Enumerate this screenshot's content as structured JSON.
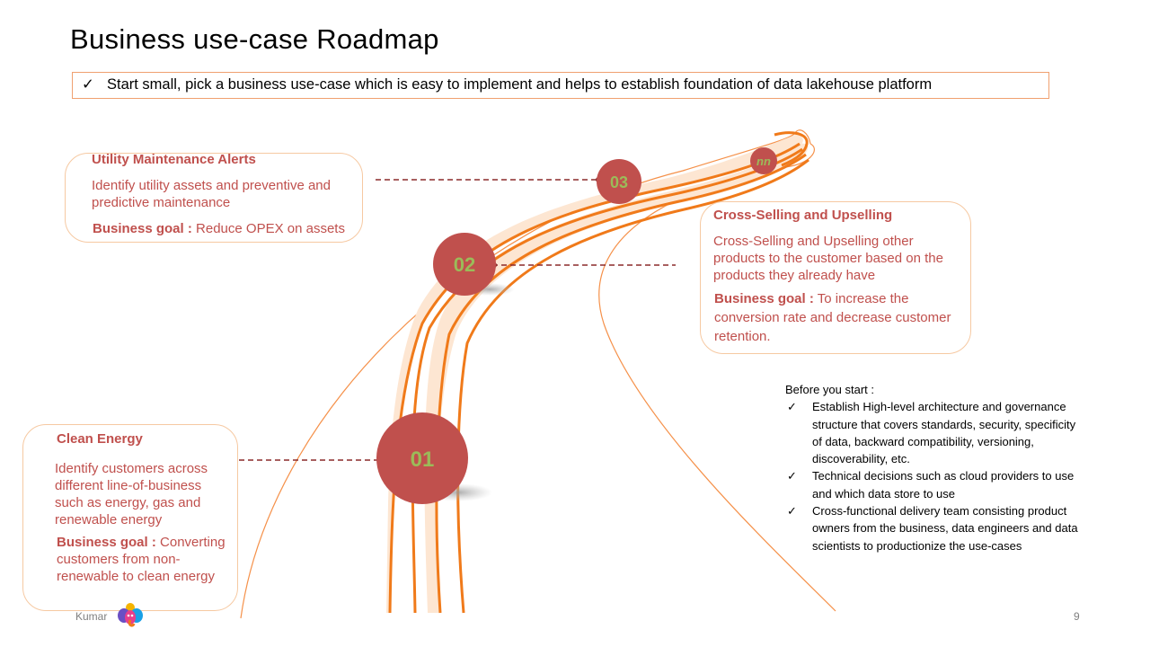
{
  "title": "Business use-case Roadmap",
  "banner": {
    "check": "✓",
    "text": "Start small, pick a business use-case which is easy to implement and helps to establish foundation of data lakehouse platform"
  },
  "milestones": [
    {
      "label": "01"
    },
    {
      "label": "02"
    },
    {
      "label": "03"
    },
    {
      "label": "nn"
    }
  ],
  "cards": {
    "utility": {
      "title": "Utility Maintenance Alerts",
      "description": "Identify utility assets and preventive and predictive maintenance",
      "goal_label": "Business goal :",
      "goal_text": " Reduce OPEX on assets"
    },
    "cross_selling": {
      "title": "Cross-Selling and Upselling",
      "description": "Cross-Selling and Upselling other products to the customer based on the products they already have",
      "goal_label": "Business goal :",
      "goal_text": " To increase the conversion rate and decrease customer retention."
    },
    "clean_energy": {
      "title": "Clean Energy",
      "description": "Identify customers across different line-of-business such as energy, gas and renewable energy",
      "goal_label": "Business goal :",
      "goal_text": " Converting customers from non-renewable to clean energy"
    }
  },
  "before_you_start": {
    "heading": "Before you start :",
    "items": [
      "Establish High-level architecture and governance structure that covers standards, security, specificity of data, backward compatibility, versioning, discoverability, etc.",
      "Technical decisions such as cloud providers to use and which data store to use",
      "Cross-functional delivery team consisting product owners from the business, data engineers and data scientists to productionize the use-cases"
    ],
    "check": "✓"
  },
  "footer": {
    "author": "Kumar",
    "page": "9"
  },
  "colors": {
    "accent": "#c0504d",
    "road": "#f07a1a",
    "road_fill": "#fde6d2",
    "number": "#9bbb59"
  },
  "icons": {
    "checkmark": "check-icon",
    "logo": "ganesha-logo-icon"
  }
}
